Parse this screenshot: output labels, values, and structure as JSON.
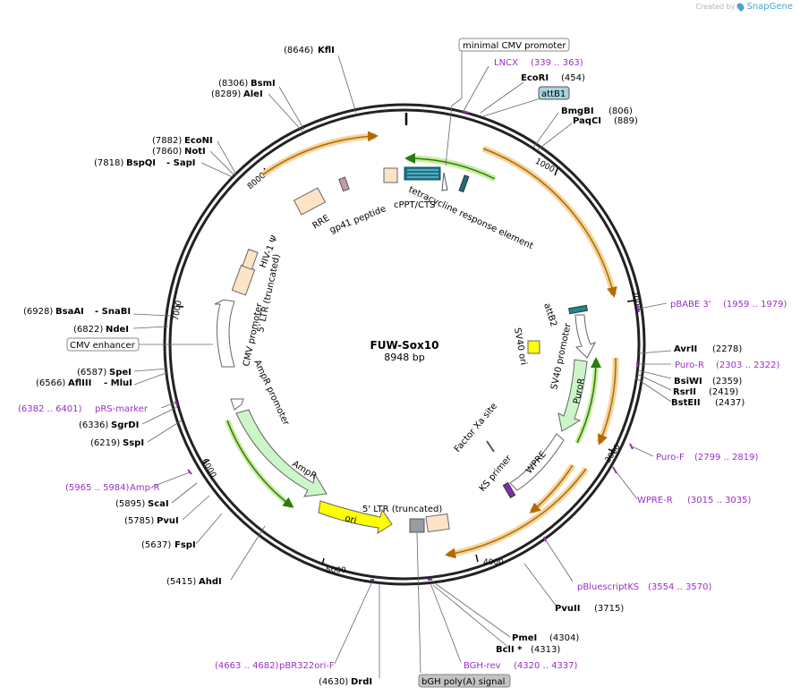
{
  "credit": {
    "prefix": "Created by",
    "brand": "SnapGene"
  },
  "title": "FUW-Sox10",
  "subtitle": "8948 bp",
  "ticks": [
    "1000",
    "2000",
    "3000",
    "4000",
    "5000",
    "6000",
    "7000",
    "8000"
  ],
  "enzymes": [
    {
      "name": "KflI",
      "pos": "(8646)"
    },
    {
      "name": "BsmI",
      "pos": "(8306)"
    },
    {
      "name": "AleI",
      "pos": "(8289)"
    },
    {
      "name": "EcoNI",
      "pos": "(7882)"
    },
    {
      "name": "NotI",
      "pos": "(7860)"
    },
    {
      "name": "BspQI",
      "name2": "- SapI",
      "pos": "(7818)"
    },
    {
      "name": "EcoRI",
      "pos": "(454)"
    },
    {
      "name": "BmgBI",
      "pos": "(806)"
    },
    {
      "name": "PaqCI",
      "pos": "(889)"
    },
    {
      "name": "BsaAI",
      "name2": "- SnaBI",
      "pos": "(6928)"
    },
    {
      "name": "NdeI",
      "pos": "(6822)"
    },
    {
      "name": "SpeI",
      "pos": "(6587)"
    },
    {
      "name": "AflIII",
      "name2": "- MluI",
      "pos": "(6566)"
    },
    {
      "name": "SgrDI",
      "pos": "(6336)"
    },
    {
      "name": "SspI",
      "pos": "(6219)"
    },
    {
      "name": "ScaI",
      "pos": "(5895)"
    },
    {
      "name": "PvuI",
      "pos": "(5785)"
    },
    {
      "name": "FspI",
      "pos": "(5637)"
    },
    {
      "name": "AhdI",
      "pos": "(5415)"
    },
    {
      "name": "AvrII",
      "pos": "(2278)"
    },
    {
      "name": "BsiWI",
      "pos": "(2359)"
    },
    {
      "name": "RsrII",
      "pos": "(2419)"
    },
    {
      "name": "BstEII",
      "pos": "(2437)"
    },
    {
      "name": "PvuII",
      "pos": "(3715)"
    },
    {
      "name": "PmeI",
      "pos": "(4304)"
    },
    {
      "name": "BclI *",
      "pos": "(4313)"
    },
    {
      "name": "DrdI",
      "pos": "(4630)"
    }
  ],
  "primers": [
    {
      "name": "LNCX",
      "range": "(339 .. 363)"
    },
    {
      "name": "pBABE 3'",
      "range": "(1959 .. 1979)"
    },
    {
      "name": "Puro-R",
      "range": "(2303 .. 2322)"
    },
    {
      "name": "Puro-F",
      "range": "(2799 .. 2819)"
    },
    {
      "name": "WPRE-R",
      "range": "(3015 .. 3035)"
    },
    {
      "name": "pBluescriptKS",
      "range": "(3554 .. 3570)"
    },
    {
      "name": "BGH-rev",
      "range": "(4320 .. 4337)"
    },
    {
      "name": "pBR322ori-F",
      "range": "(4663 .. 4682)"
    },
    {
      "name": "pRS-marker",
      "range": "(6382 .. 6401)"
    },
    {
      "name": "Amp-R",
      "range": "(5965 .. 5984)"
    }
  ],
  "boxed": [
    "minimal CMV promoter",
    "attB1",
    "CMV enhancer",
    "bGH poly(A) signal"
  ],
  "features": [
    "RRE",
    "gp41 peptide",
    "cPPT/CTS",
    "tetracycline response element",
    "HIV-1 Ψ",
    "5' LTR (truncated)",
    "CMV promoter",
    "AmpR promoter",
    "AmpR",
    "ori",
    "5' LTR (truncated)",
    "attB2",
    "SV40 promoter",
    "SV40 ori",
    "PuroR",
    "Factor Xa site",
    "WPRE",
    "KS primer"
  ],
  "colors": {
    "primer": "#9a2fc6",
    "orange": "#e0a020",
    "green": "#55b030",
    "ori": "#ffff00"
  }
}
